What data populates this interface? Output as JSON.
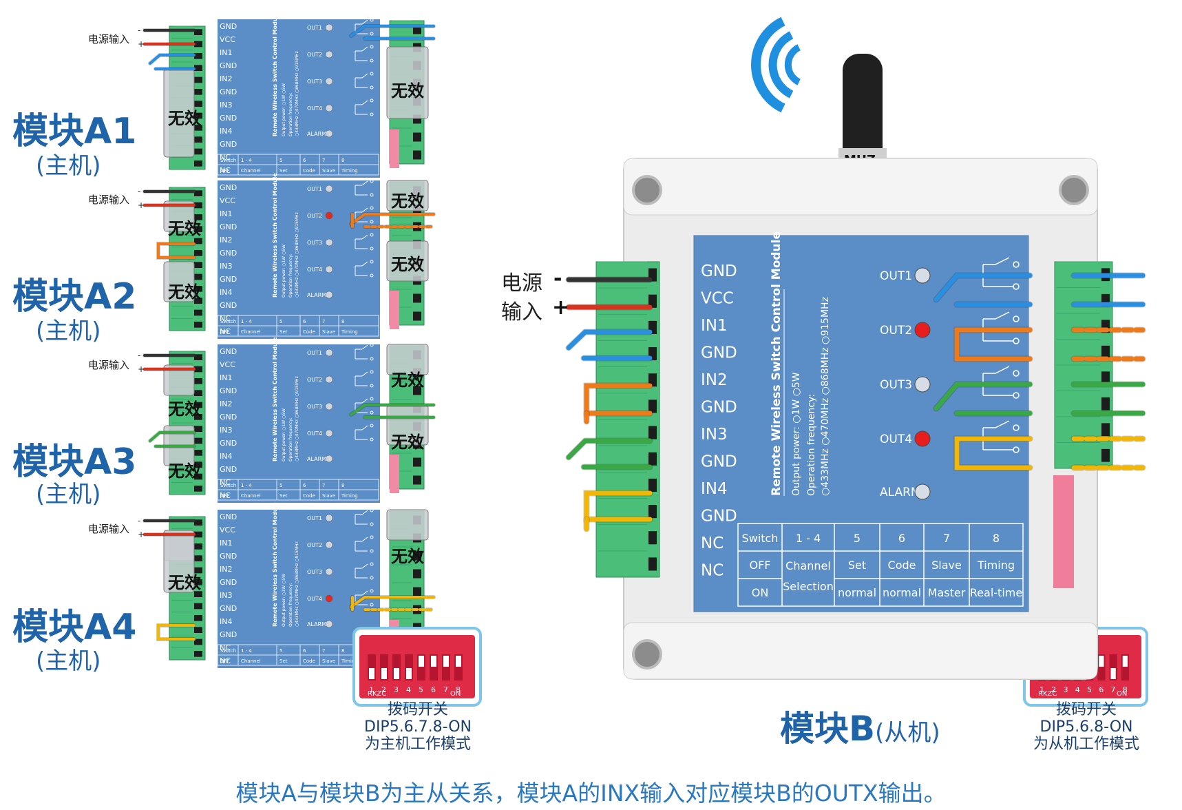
{
  "modules_a": [
    {
      "title": "模块A1",
      "role": "(主机)",
      "power_label": "电源输入"
    },
    {
      "title": "模块A2",
      "role": "(主机)",
      "power_label": "电源输入"
    },
    {
      "title": "模块A3",
      "role": "(主机)",
      "power_label": "电源输入"
    },
    {
      "title": "模块A4",
      "role": "(主机)",
      "power_label": "电源输入"
    }
  ],
  "invalid_label": "无效",
  "power_signs": {
    "minus": "-",
    "plus": "+"
  },
  "module_b": {
    "title": "模块B",
    "role": "(从机)",
    "power_line1": "电源",
    "power_line2": "输入",
    "antenna_label": "MHZ"
  },
  "board": {
    "left_pins": [
      "GND",
      "VCC",
      "IN1",
      "GND",
      "IN2",
      "GND",
      "IN3",
      "GND",
      "IN4",
      "GND",
      "NC",
      "NC"
    ],
    "outputs": [
      "OUT1",
      "OUT2",
      "OUT3",
      "OUT4",
      "ALARM"
    ],
    "title": "Remote Wireless Switch Control Module",
    "power_line": "Output power: ○1W ○5W",
    "freq_line1": "Operation frequency:",
    "freq_line2": "○433MHz ○470MHz ○868MHz ○915MHz",
    "table": {
      "header": [
        "Switch",
        "1 - 4",
        "5",
        "6",
        "7",
        "8"
      ],
      "off": [
        "OFF",
        "Channel",
        "Set",
        "Code",
        "Slave",
        "Timing"
      ],
      "on": [
        "ON",
        "Selection",
        "normal",
        "normal",
        "Master",
        "Real-time"
      ]
    }
  },
  "dip": {
    "numbers": [
      "1",
      "2",
      "3",
      "4",
      "5",
      "6",
      "7",
      "8"
    ],
    "left_mark": "RKZC",
    "right_mark": "ON",
    "master_caption": [
      "拨码开关",
      "DIP5.6.7.8-ON",
      "为主机工作模式"
    ],
    "slave_caption": [
      "拨码开关",
      "DIP5.6.8-ON",
      "为从机工作模式"
    ]
  },
  "caption": "模块A与模块B为主从关系，模块A的INX输入对应模块B的OUTX输出。",
  "colors": {
    "board_blue": "#5b8ec7",
    "terminal_green": "#4bbf7a",
    "wire_blue": "#2a8fe0",
    "wire_orange": "#ef7a1a",
    "wire_green": "#3aa844",
    "wire_yellow": "#f2b705",
    "wire_red": "#d8331f",
    "wire_black": "#333333",
    "label_blue": "#1f63a8"
  }
}
